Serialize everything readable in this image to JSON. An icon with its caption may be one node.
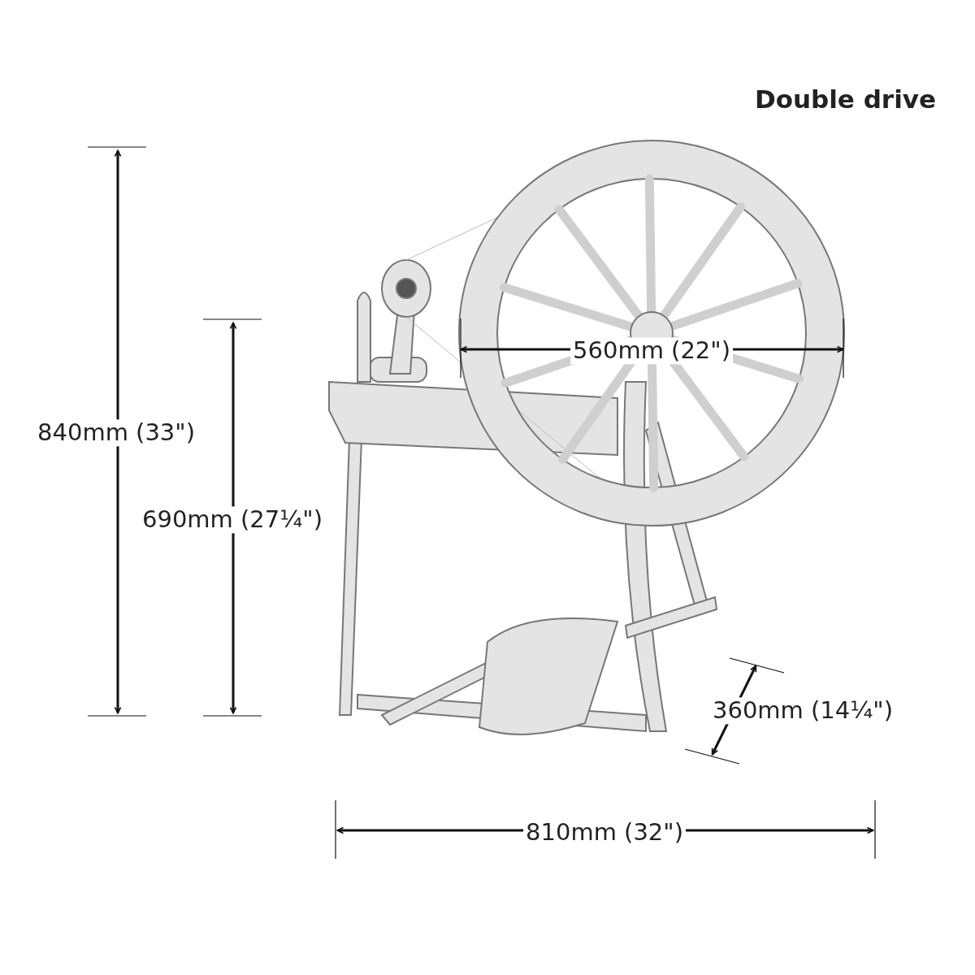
{
  "diagram": {
    "title": "Double drive",
    "labels": [
      "560mm (22\")",
      "840mm (33\")",
      "690mm (27¼\")",
      "360mm (14¼\")",
      "810mm (32\")"
    ]
  }
}
